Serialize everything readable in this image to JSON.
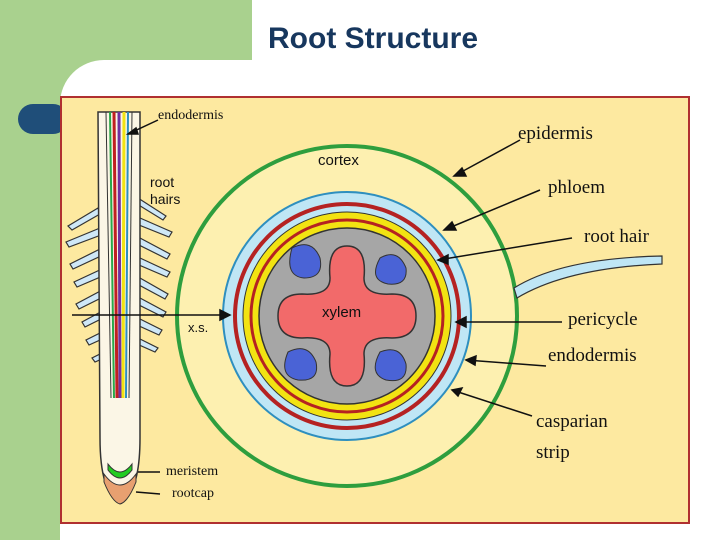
{
  "slide": {
    "title": "Root Structure"
  },
  "diagram": {
    "labels": {
      "endodermis_top": "endodermis",
      "epidermis": "epidermis",
      "cortex": "cortex",
      "root_hairs_line1": "root",
      "root_hairs_line2": "hairs",
      "phloem": "phloem",
      "root_hair": "root hair",
      "xylem": "xylem",
      "xs": "x.s.",
      "pericycle": "pericycle",
      "endodermis_right": "endodermis",
      "casparian_line1": "casparian",
      "casparian_line2": "strip",
      "meristem": "meristem",
      "rootcap": "rootcap"
    },
    "colors": {
      "background": "#fde9a0",
      "frame": "#b03030",
      "epidermis_ring": "#2e9e3e",
      "endodermis_ring": "#2e8fbf",
      "pericycle_ring": "#f2e312",
      "casparian_band": "#b52222",
      "stele_fill": "#a6a6a6",
      "xylem_fill": "#f26a6a",
      "phloem_fill": "#4a63d6",
      "meristem_fill": "#22cc22",
      "rootcap_fill": "#e8a070"
    }
  }
}
